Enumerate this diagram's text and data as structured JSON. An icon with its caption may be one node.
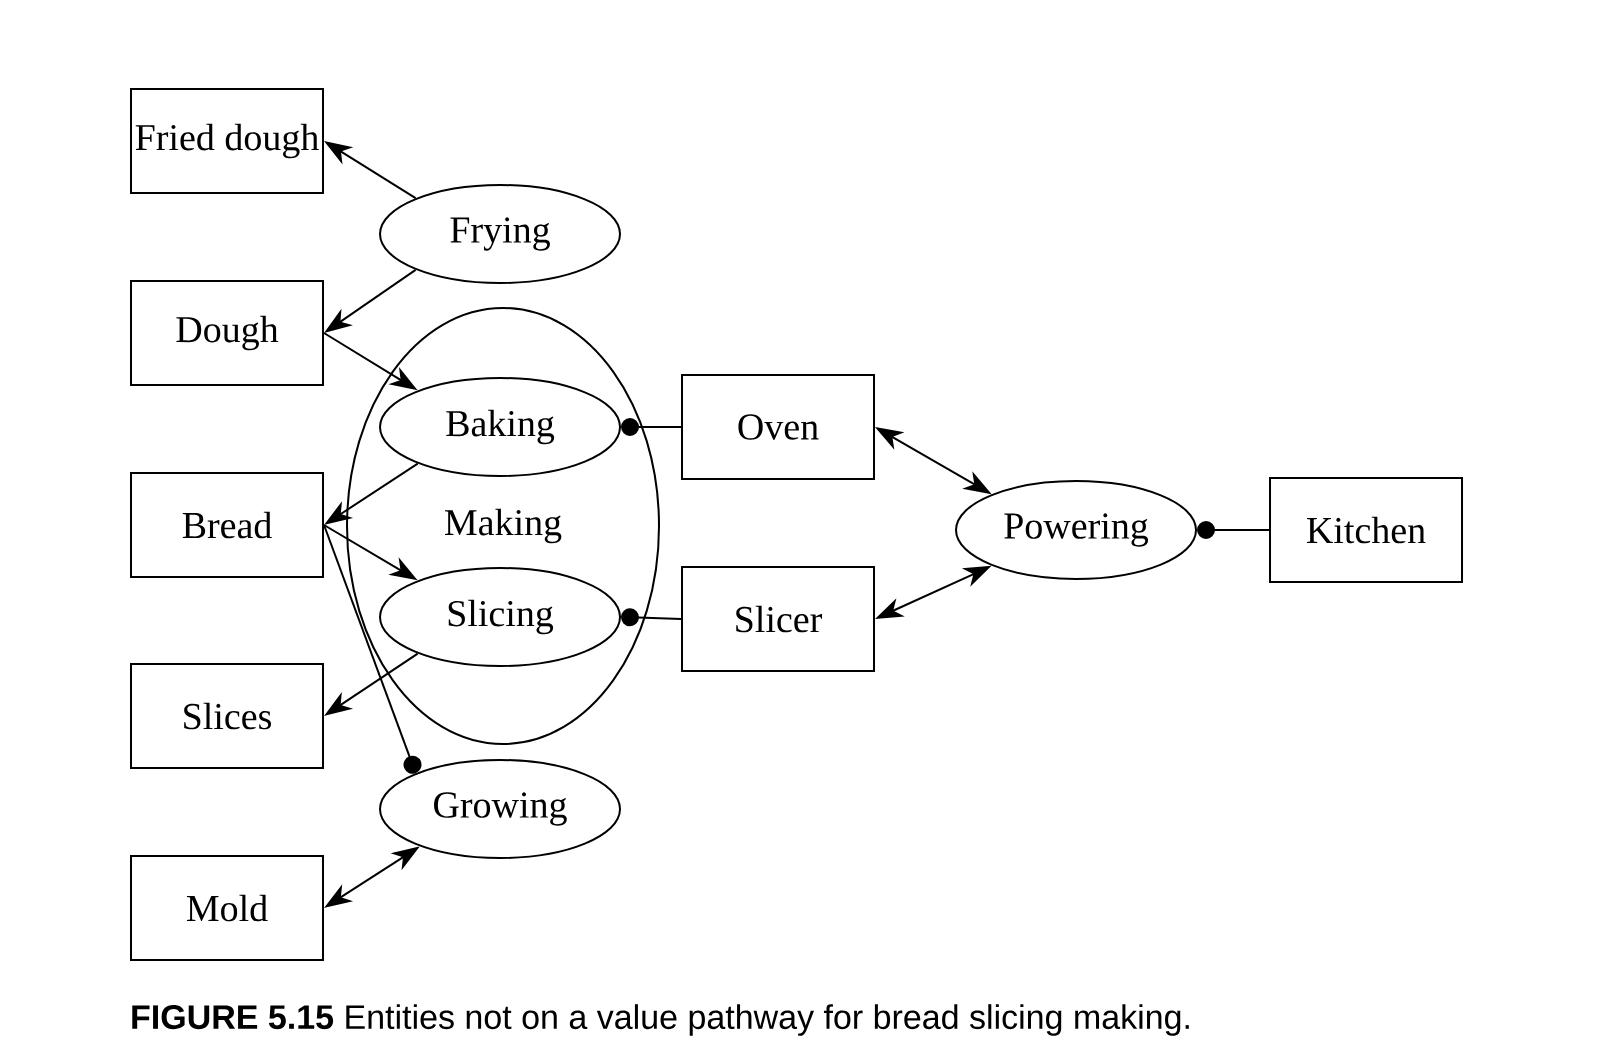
{
  "diagram": {
    "caption": "**FIGURE 5.15** Entities not on a value pathway for bread slicing making.",
    "nodes": [
      {
        "text": [
          "Fried dough"
        ]
      },
      {
        "text": [
          "Frying"
        ]
      },
      {
        "text": [
          "Dough"
        ]
      },
      {
        "text": [
          "Making"
        ]
      },
      {
        "text": [
          "Baking"
        ],
        "in": 3
      },
      {
        "text": [
          "Slicing"
        ],
        "in": 3
      },
      {
        "text": [
          "Bread"
        ]
      },
      {
        "text": [
          "Oven"
        ]
      },
      {
        "text": [
          "Slicer"
        ]
      },
      {
        "text": [
          "Powering"
        ]
      },
      {
        "text": [
          "Kitchen"
        ]
      },
      {
        "text": [
          "Slices"
        ]
      },
      {
        "text": [
          "Growing"
        ]
      },
      {
        "text": [
          "Mold"
        ]
      }
    ],
    "edges": [
      {
        "from": 1,
        "to": 0,
        "arrow": "to"
      },
      {
        "from": 1,
        "to": 2,
        "arrow": "to"
      },
      {
        "from": 2,
        "to": 4,
        "arrow": "to"
      },
      {
        "from": 4,
        "to": 6,
        "arrow": "to"
      },
      {
        "from": 6,
        "to": 5,
        "arrow": "to"
      },
      {
        "from": 5,
        "to": 11,
        "arrow": "to"
      },
      {
        "from": 12,
        "to": 6,
        "arrow": "other"
      },
      {
        "from": 4,
        "to": 7,
        "arrow": "other"
      },
      {
        "from": 5,
        "to": 8,
        "arrow": "other"
      },
      {
        "from": 7,
        "to": 9,
        "arrow": "both"
      },
      {
        "from": 8,
        "to": 9,
        "arrow": "both"
      },
      {
        "from": 9,
        "to": 10,
        "arrow": "other"
      },
      {
        "from": 13,
        "to": 12,
        "arrow": "both"
      }
    ]
  }
}
